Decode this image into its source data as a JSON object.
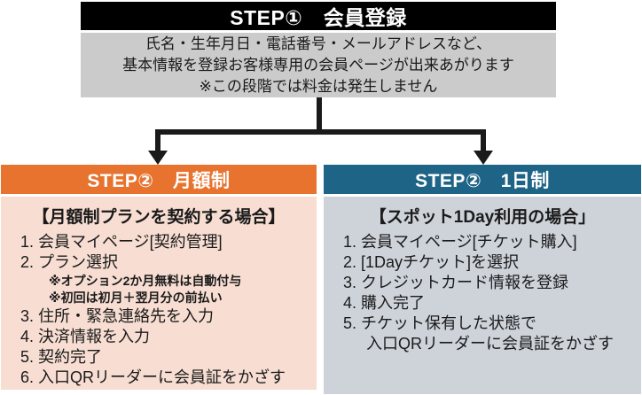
{
  "colors": {
    "step1_header_bg": "#000000",
    "step1_desc_bg": "#cbcbcb",
    "monthly_header_bg": "#e7732e",
    "monthly_body_bg": "#f7ddd2",
    "daily_header_bg": "#1e6486",
    "daily_body_bg": "#ced3da",
    "arrow": "#1a1a1a",
    "header_text": "#ffffff",
    "body_text": "#1a1a1a"
  },
  "step1": {
    "title": "STEP①　会員登録",
    "description_lines": {
      "0": "氏名・生年月日・電話番号・メールアドレスなど、",
      "1": "基本情報を登録お客様専用の会員ページが出来あがります",
      "2": "※この段階では料金は発生しません"
    }
  },
  "monthly": {
    "title": "STEP②　月額制",
    "heading": "【月額制プランを契約する場合】",
    "lines": {
      "0": "1. 会員マイページ[契約管理]",
      "1": "2. プラン選択",
      "2": "※オプション2か月無料は自動付与",
      "3": "※初回は初月＋翌月分の前払い",
      "4": "3. 住所・緊急連絡先を入力",
      "5": "4. 決済情報を入力",
      "6": "5. 契約完了",
      "7": "6. 入口QRリーダーに会員証をかざす"
    }
  },
  "daily": {
    "title": "STEP②　1日制",
    "heading": "【スポット1Day利用の場合」",
    "lines": {
      "0": "1. 会員マイページ[チケット購入]",
      "1": "2. [1Dayチケット]を選択",
      "2": "3. クレジットカード情報を登録",
      "3": "4. 購入完了",
      "4": "5. チケット保有した状態で",
      "5": "入口QRリーダーに会員証をかざす"
    }
  }
}
